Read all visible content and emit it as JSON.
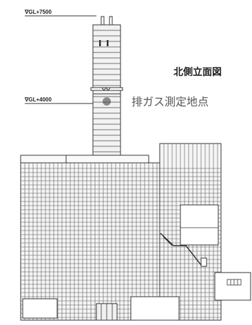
{
  "drawing": {
    "title": "北側立面図",
    "measurement_point_label": "排ガス測定地点",
    "levels": [
      {
        "label": "∇GL+7500"
      },
      {
        "label": "∇GL+4000"
      }
    ],
    "line_color": "#333333",
    "marker_color": "#8a8a8a"
  }
}
